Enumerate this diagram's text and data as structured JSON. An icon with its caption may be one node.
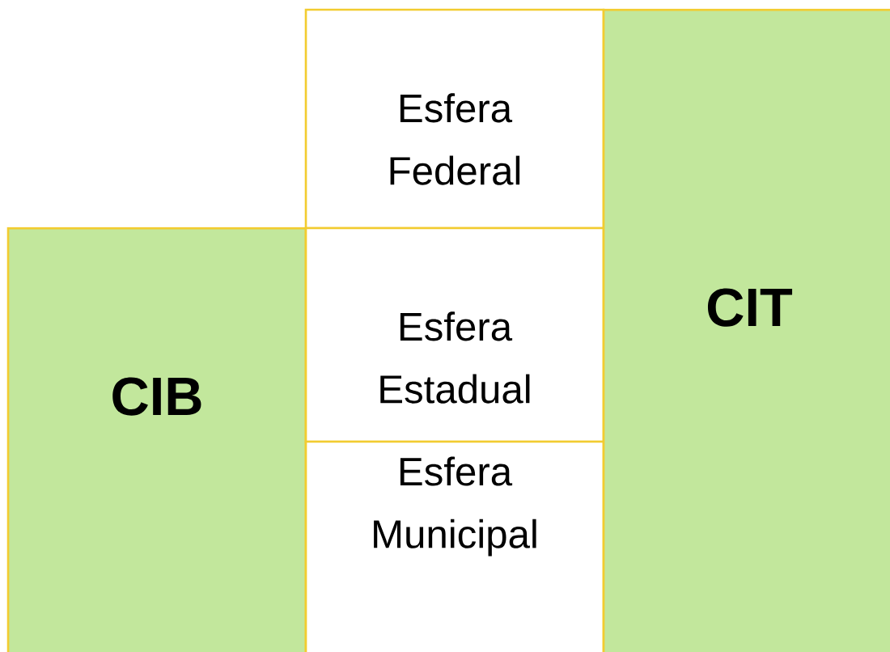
{
  "diagram": {
    "nodes": [
      {
        "text": [
          "CIB"
        ]
      },
      {
        "text": [
          "Esfera Federal"
        ]
      },
      {
        "text": [
          "Esfera Estadual"
        ]
      },
      {
        "text": [
          "Esfera Municipal"
        ]
      },
      {
        "text": [
          "CIT"
        ]
      }
    ]
  }
}
